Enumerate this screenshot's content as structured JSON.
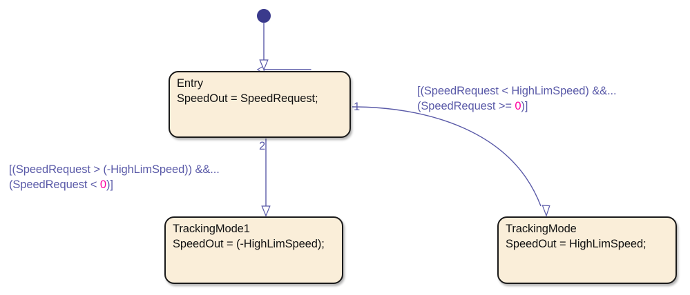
{
  "diagram": {
    "type": "stateflow-chart",
    "colors": {
      "state_fill": "#faeed9",
      "state_border": "#1a1a1a",
      "transition": "#5a5aa8",
      "label_text": "#5a5aa8",
      "literal_zero": "#ff00a0",
      "default_node": "#3a3a8c",
      "background": "#ffffff"
    },
    "default_transition": {
      "name": "default-transition-node"
    },
    "states": [
      {
        "id": "entry",
        "name": "Entry",
        "action": "SpeedOut = SpeedRequest;"
      },
      {
        "id": "trackingmode1",
        "name": "TrackingMode1",
        "action": "SpeedOut = (-HighLimSpeed);"
      },
      {
        "id": "trackingmode",
        "name": "TrackingMode",
        "action": "SpeedOut = HighLimSpeed;"
      }
    ],
    "transitions": [
      {
        "id": "t1",
        "order": "1",
        "from": "entry",
        "to": "trackingmode",
        "condition_line1": "[(SpeedRequest < HighLimSpeed) &&...",
        "condition_line2_pre": "(SpeedRequest >= ",
        "condition_line2_zero": "0",
        "condition_line2_post": ")]"
      },
      {
        "id": "t2",
        "order": "2",
        "from": "entry",
        "to": "trackingmode1",
        "condition_line1": "[(SpeedRequest > (-HighLimSpeed)) &&...",
        "condition_line2_pre": "(SpeedRequest < ",
        "condition_line2_zero": "0",
        "condition_line2_post": ")]"
      }
    ]
  }
}
